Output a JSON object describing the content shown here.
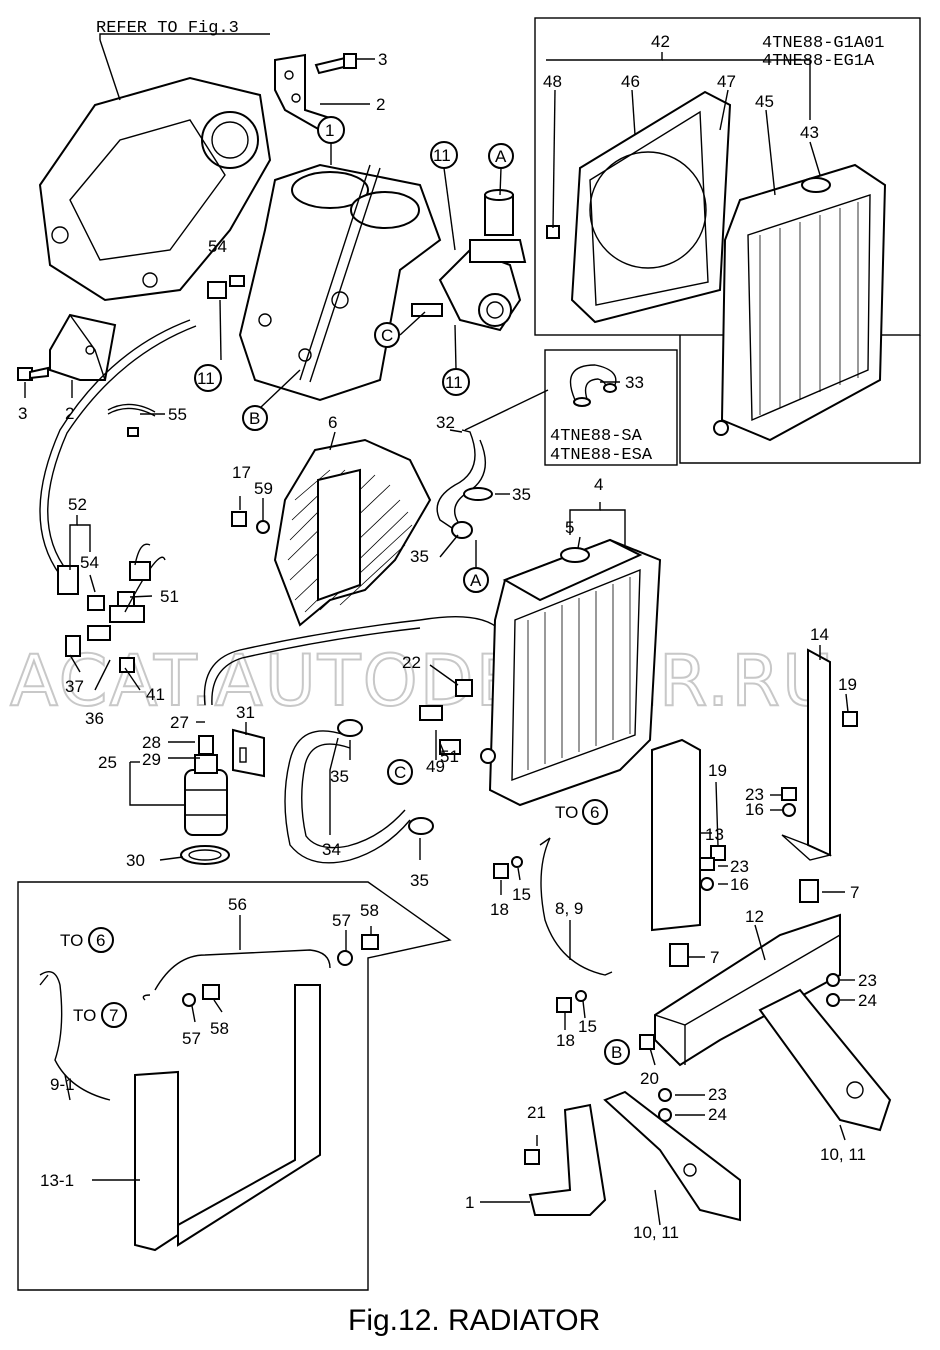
{
  "caption": "Fig.12.  RADIATOR",
  "watermark": "ACAT.AUTODEALER.RU",
  "refer_note": "REFER TO Fig.3",
  "model_codes": {
    "top_box_line1": "4TNE88-G1A01",
    "top_box_line2": "4TNE88-EG1A",
    "hose_box_line1": "4TNE88-SA",
    "hose_box_line2": "4TNE88-ESA"
  },
  "refs": {
    "A": "A",
    "B": "B",
    "C": "C",
    "to6": "TO",
    "to7": "TO",
    "six": "6",
    "seven": "7"
  },
  "callouts": {
    "c1": "1",
    "c2": "2",
    "c3": "3",
    "c4": "4",
    "c5": "5",
    "c6": "6",
    "c7": "7",
    "c8_9": "8, 9",
    "c9_1": "9-1",
    "c10_11": "10, 11",
    "c11": "11",
    "c12": "12",
    "c13": "13",
    "c13_1": "13-1",
    "c14": "14",
    "c15": "15",
    "c16": "16",
    "c17": "17",
    "c18": "18",
    "c19": "19",
    "c20": "20",
    "c21": "21",
    "c22": "22",
    "c23": "23",
    "c24": "24",
    "c25": "25",
    "c27": "27",
    "c28": "28",
    "c29": "29",
    "c30": "30",
    "c31": "31",
    "c32": "32",
    "c33": "33",
    "c34": "34",
    "c35": "35",
    "c36": "36",
    "c37": "37",
    "c41": "41",
    "c42": "42",
    "c43": "43",
    "c45": "45",
    "c46": "46",
    "c47": "47",
    "c48": "48",
    "c49": "49",
    "c51": "51",
    "c52": "52",
    "c54": "54",
    "c55": "55",
    "c56": "56",
    "c57": "57",
    "c58": "58",
    "c59": "59"
  },
  "icons": [
    "flywheel-housing",
    "engine-block",
    "water-pump",
    "thermostat-housing",
    "fan-shroud",
    "radiator",
    "reserve-tank",
    "hose",
    "hose-clamp",
    "bolt",
    "bracket"
  ]
}
